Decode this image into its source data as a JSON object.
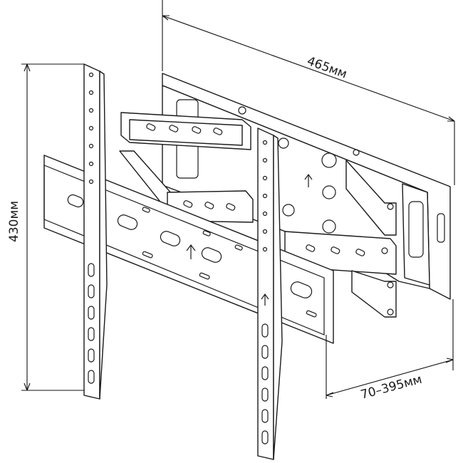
{
  "dimensions": {
    "width_label": "465мм",
    "height_label": "430мм",
    "extension_label": "70–395мм"
  },
  "colors": {
    "line": "#1a1a1a",
    "background": "#ffffff"
  }
}
